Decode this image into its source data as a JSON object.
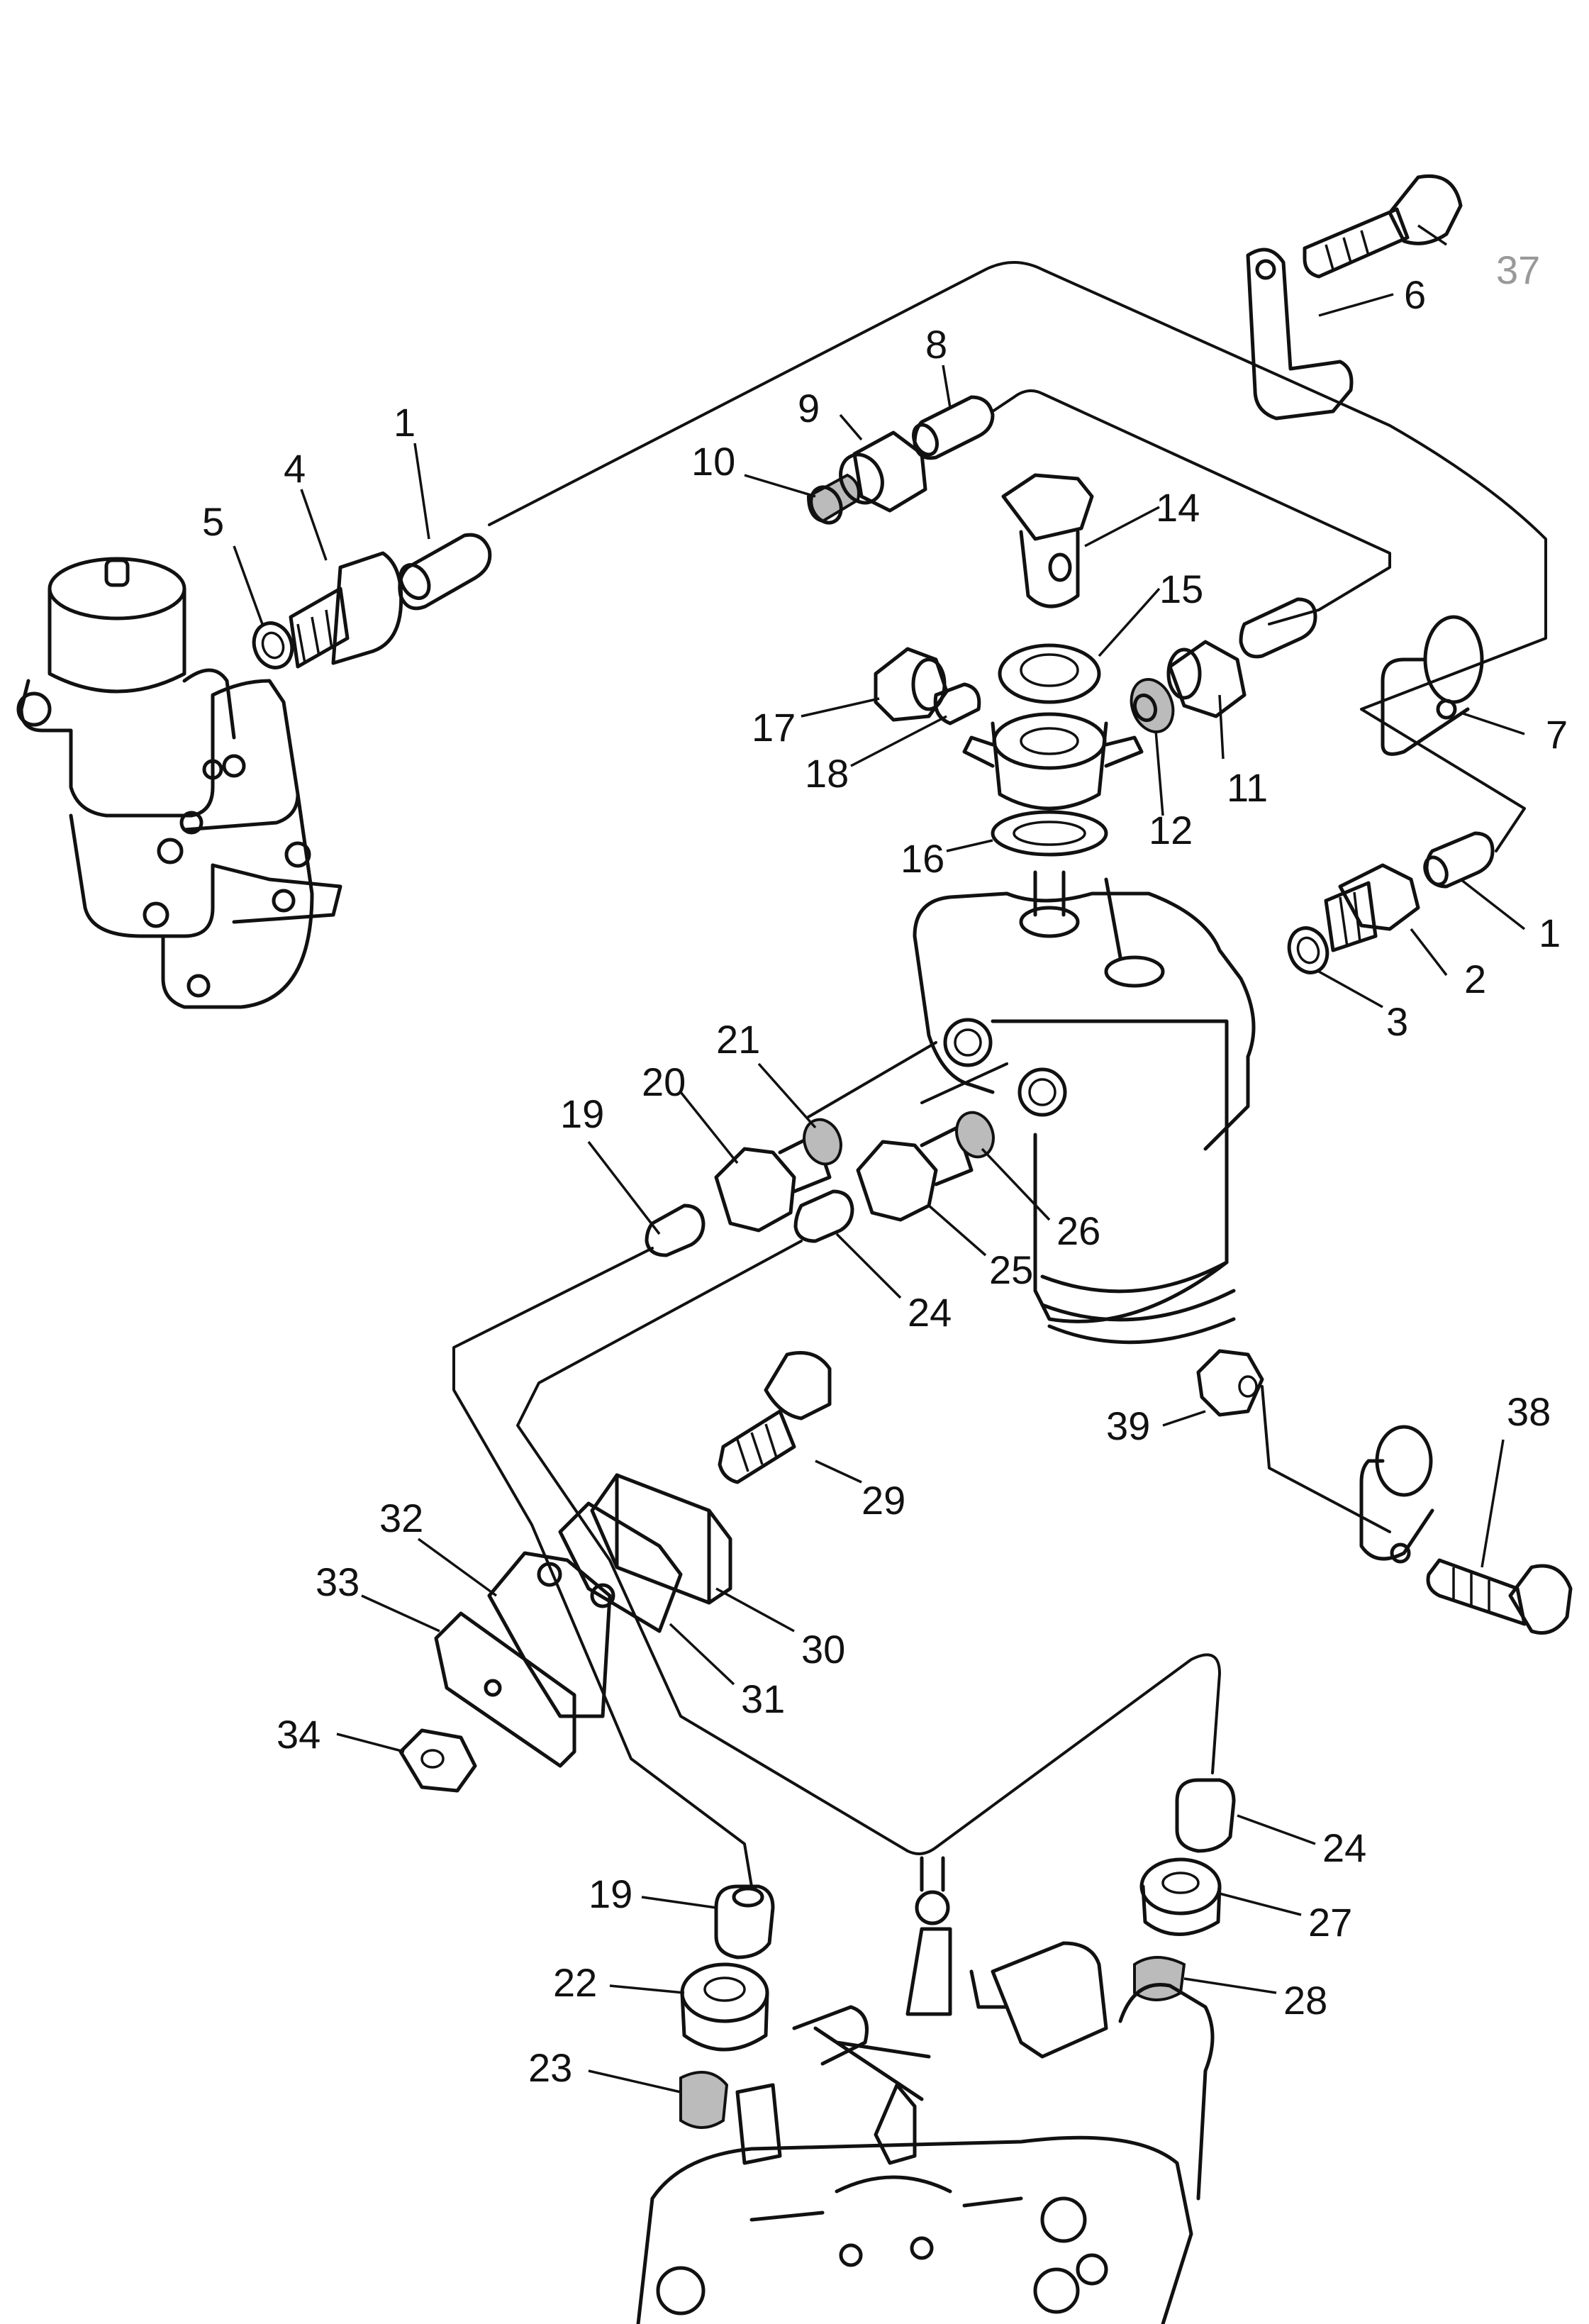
{
  "callouts": {
    "c1_top": "1",
    "c4": "4",
    "c5": "5",
    "c10": "10",
    "c9": "9",
    "c8": "8",
    "c14": "14",
    "c15": "15",
    "c6": "6",
    "c37": "37",
    "c7": "7",
    "c17": "17",
    "c18": "18",
    "c16": "16",
    "c11": "11",
    "c12": "12",
    "c1_right": "1",
    "c2": "2",
    "c3": "3",
    "c19_mid": "19",
    "c20": "20",
    "c21": "21",
    "c26": "26",
    "c25": "25",
    "c24_mid": "24",
    "c29": "29",
    "c30": "30",
    "c31": "31",
    "c32": "32",
    "c33": "33",
    "c34": "34",
    "c39": "39",
    "c38": "38",
    "c24_low": "24",
    "c27": "27",
    "c28": "28",
    "c19_low": "19",
    "c22": "22",
    "c23": "23"
  }
}
